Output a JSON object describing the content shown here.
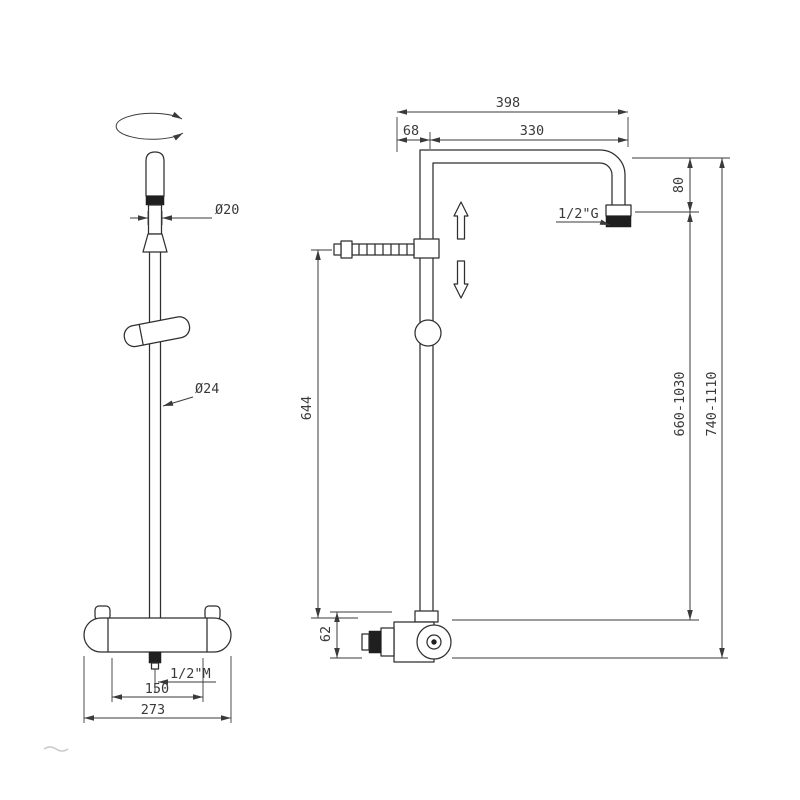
{
  "left_view": {
    "dia_head_label": "Ø20",
    "dia_pipe_label": "Ø24",
    "thread_label": "1/2\"M",
    "inlet_spacing_label": "150",
    "overall_width_label": "273"
  },
  "right_view": {
    "top_width_label": "398",
    "offset_label": "68",
    "arm_label": "330",
    "drop_label": "80",
    "thread_label": "1/2\"G",
    "column_label": "644",
    "inlet_height_label": "62",
    "adjust_range_label": "660-1030",
    "total_range_label": "740-1110"
  }
}
